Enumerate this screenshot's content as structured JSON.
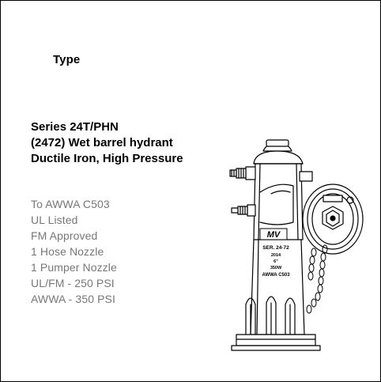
{
  "heading": "Type",
  "title_lines": [
    "Series 24T/PHN",
    "(2472) Wet barrel hydrant",
    "Ductile Iron, High Pressure"
  ],
  "specs": [
    "To AWWA C503",
    "UL Listed",
    "FM Approved",
    "1 Hose Nozzle",
    "1 Pumper Nozzle",
    "UL/FM - 250 PSI",
    "AWWA - 350 PSI"
  ],
  "hydrant_markings": {
    "logo": "MV",
    "model": "SER. 24-72",
    "line2": "2014",
    "line3": "6\"",
    "line4": "350W",
    "line5": "AWWA C503"
  },
  "colors": {
    "text": "#000000",
    "spec_text": "#777777",
    "line": "#000000"
  }
}
